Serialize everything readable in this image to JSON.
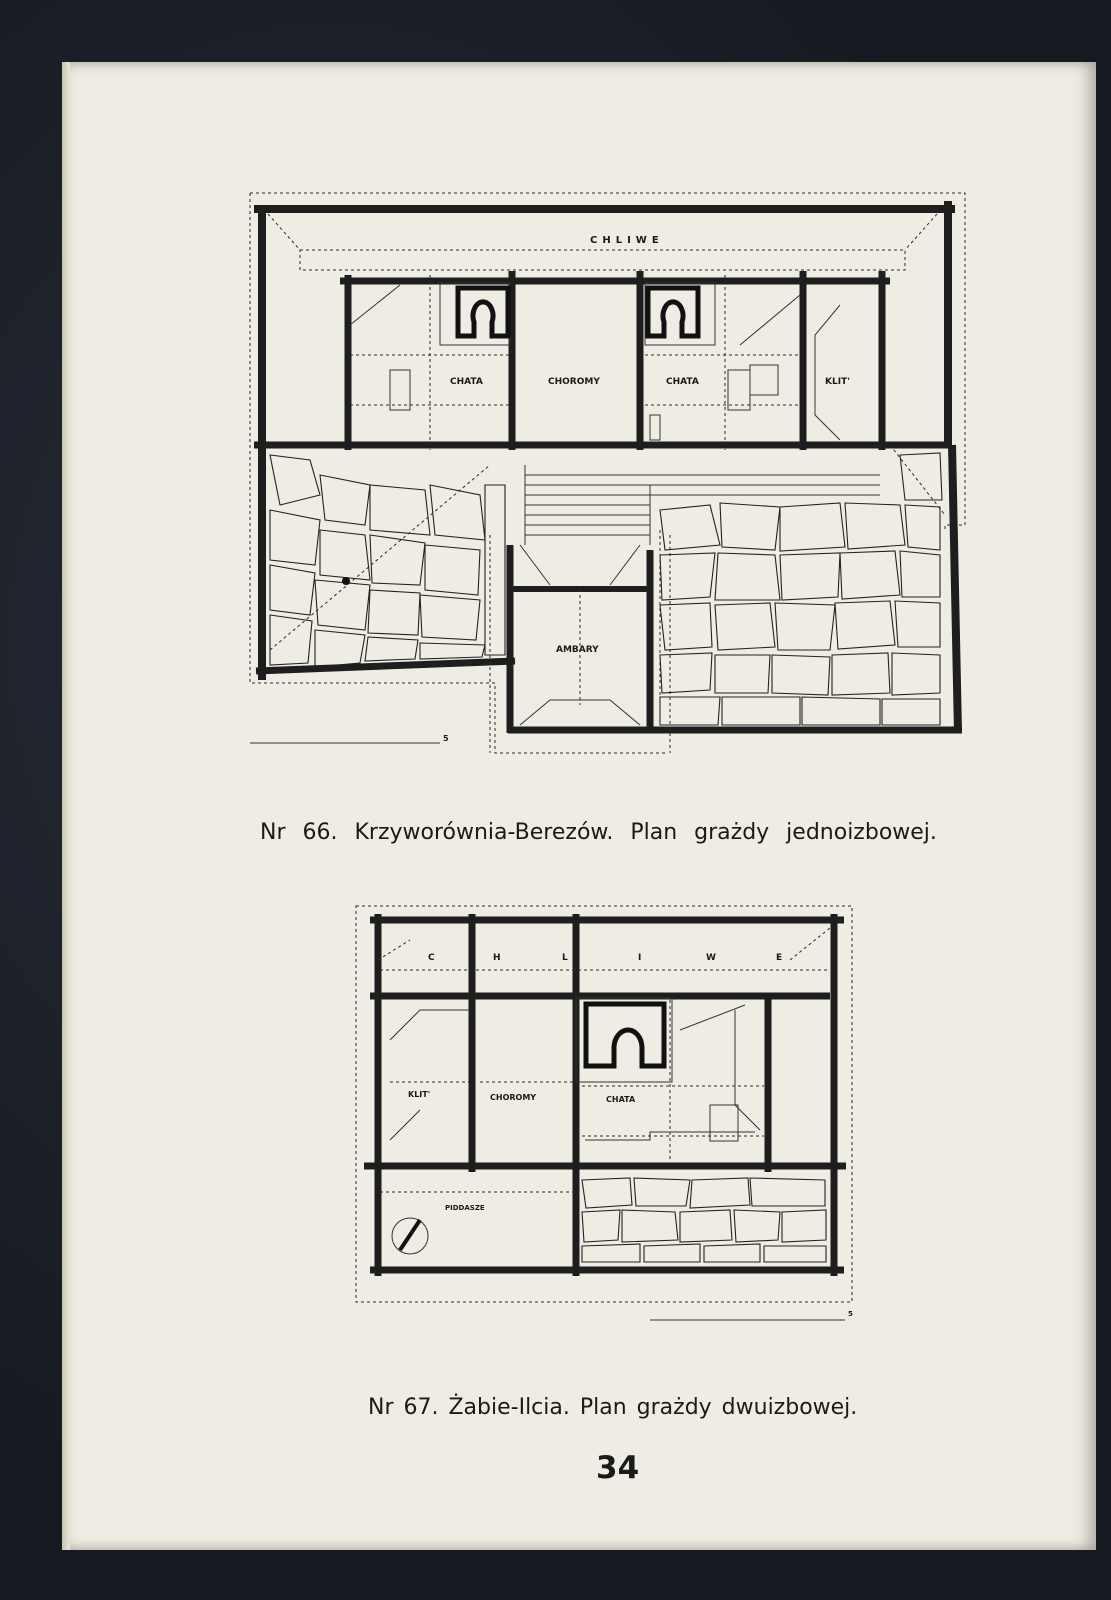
{
  "page_number": "34",
  "plan66": {
    "caption": "Nr 66. Krzyworównia-Berezów. Plan grażdy jednoizbowej.",
    "labels": {
      "chliwe": "CHLIWE",
      "chata_left": "CHATA",
      "choromy": "CHOROMY",
      "chata_right": "CHATA",
      "klit": "KLIT'",
      "ambary": "AMBARY"
    },
    "scale_mark": "5"
  },
  "plan67": {
    "caption": "Nr 67. Żabie-Ilcia. Plan grażdy dwuizbowej.",
    "labels": {
      "chliwe": [
        "C",
        "H",
        "L",
        "I",
        "W",
        "E"
      ],
      "klit": "KLIT'",
      "choromy": "CHOROMY",
      "chata": "CHATA",
      "piddasze": "PIDDASZE"
    },
    "scale_mark": "5"
  }
}
